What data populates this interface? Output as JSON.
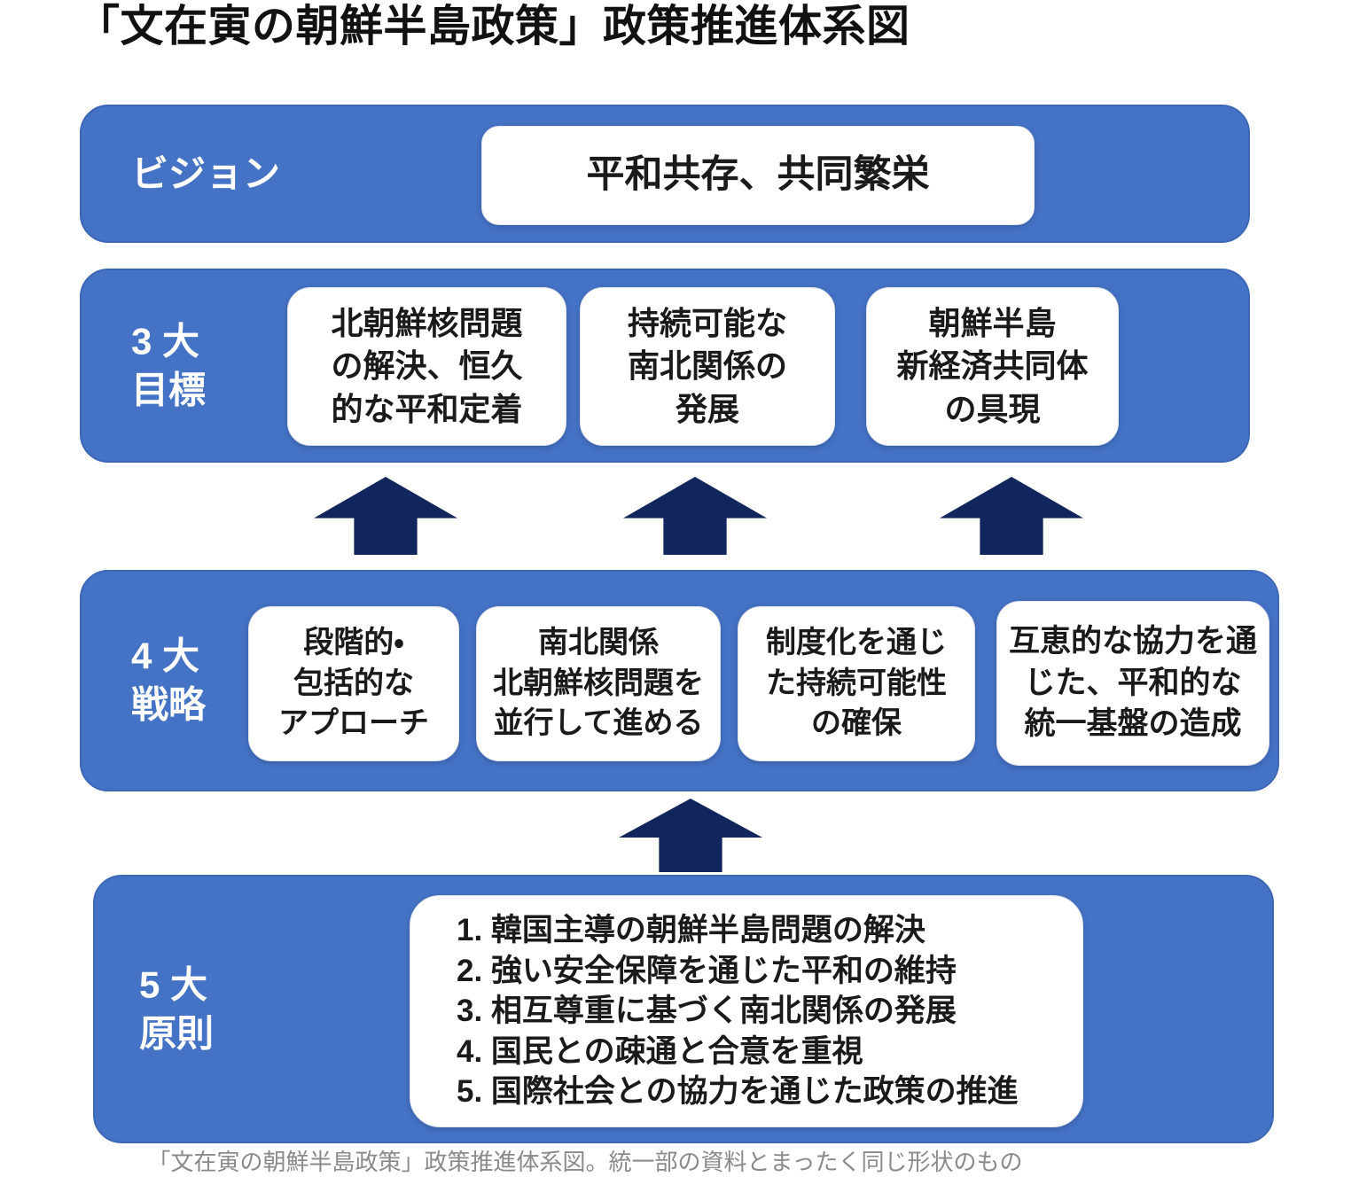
{
  "page": {
    "title": "「文在寅の朝鮮半島政策」政策推進体系図",
    "caption": "「文在寅の朝鮮半島政策」政策推進体系図。統一部の資料とまったく同じ形状のもの"
  },
  "colors": {
    "band_blue": "#4472c4",
    "arrow_navy": "#12265e",
    "box_white": "#ffffff",
    "label_white": "#ffffff",
    "text_black": "#1a1a1a",
    "caption_gray": "#8a8a8a"
  },
  "vision": {
    "label": "ビジョン",
    "value": "平和共存、共同繁栄"
  },
  "goals": {
    "label": "3 大\n目標",
    "boxes": [
      {
        "text": "北朝鮮核問題\nの解決、恒久\n的な平和定着"
      },
      {
        "text": "持続可能な\n南北関係の\n発展"
      },
      {
        "text": "朝鮮半島\n新経済共同体\nの具現"
      }
    ]
  },
  "strategies": {
    "label": "4 大\n戦略",
    "boxes": [
      {
        "text": "段階的・\n包括的な\nアプローチ"
      },
      {
        "text": "南北関係\n北朝鮮核問題を\n並行して進める"
      },
      {
        "text": "制度化を通じ\nた持続可能性\nの確保"
      },
      {
        "text": "互恵的な協力を通\nじた、平和的な\n統一基盤の造成"
      }
    ]
  },
  "principles": {
    "label": "5 大\n原則",
    "items": [
      "1. 韓国主導の朝鮮半島問題の解決",
      "2. 強い安全保障を通じた平和の維持",
      "3. 相互尊重に基づく南北関係の発展",
      "4. 国民との疎通と合意を重視",
      "5. 国際社会との協力を通じた政策の推進"
    ]
  }
}
